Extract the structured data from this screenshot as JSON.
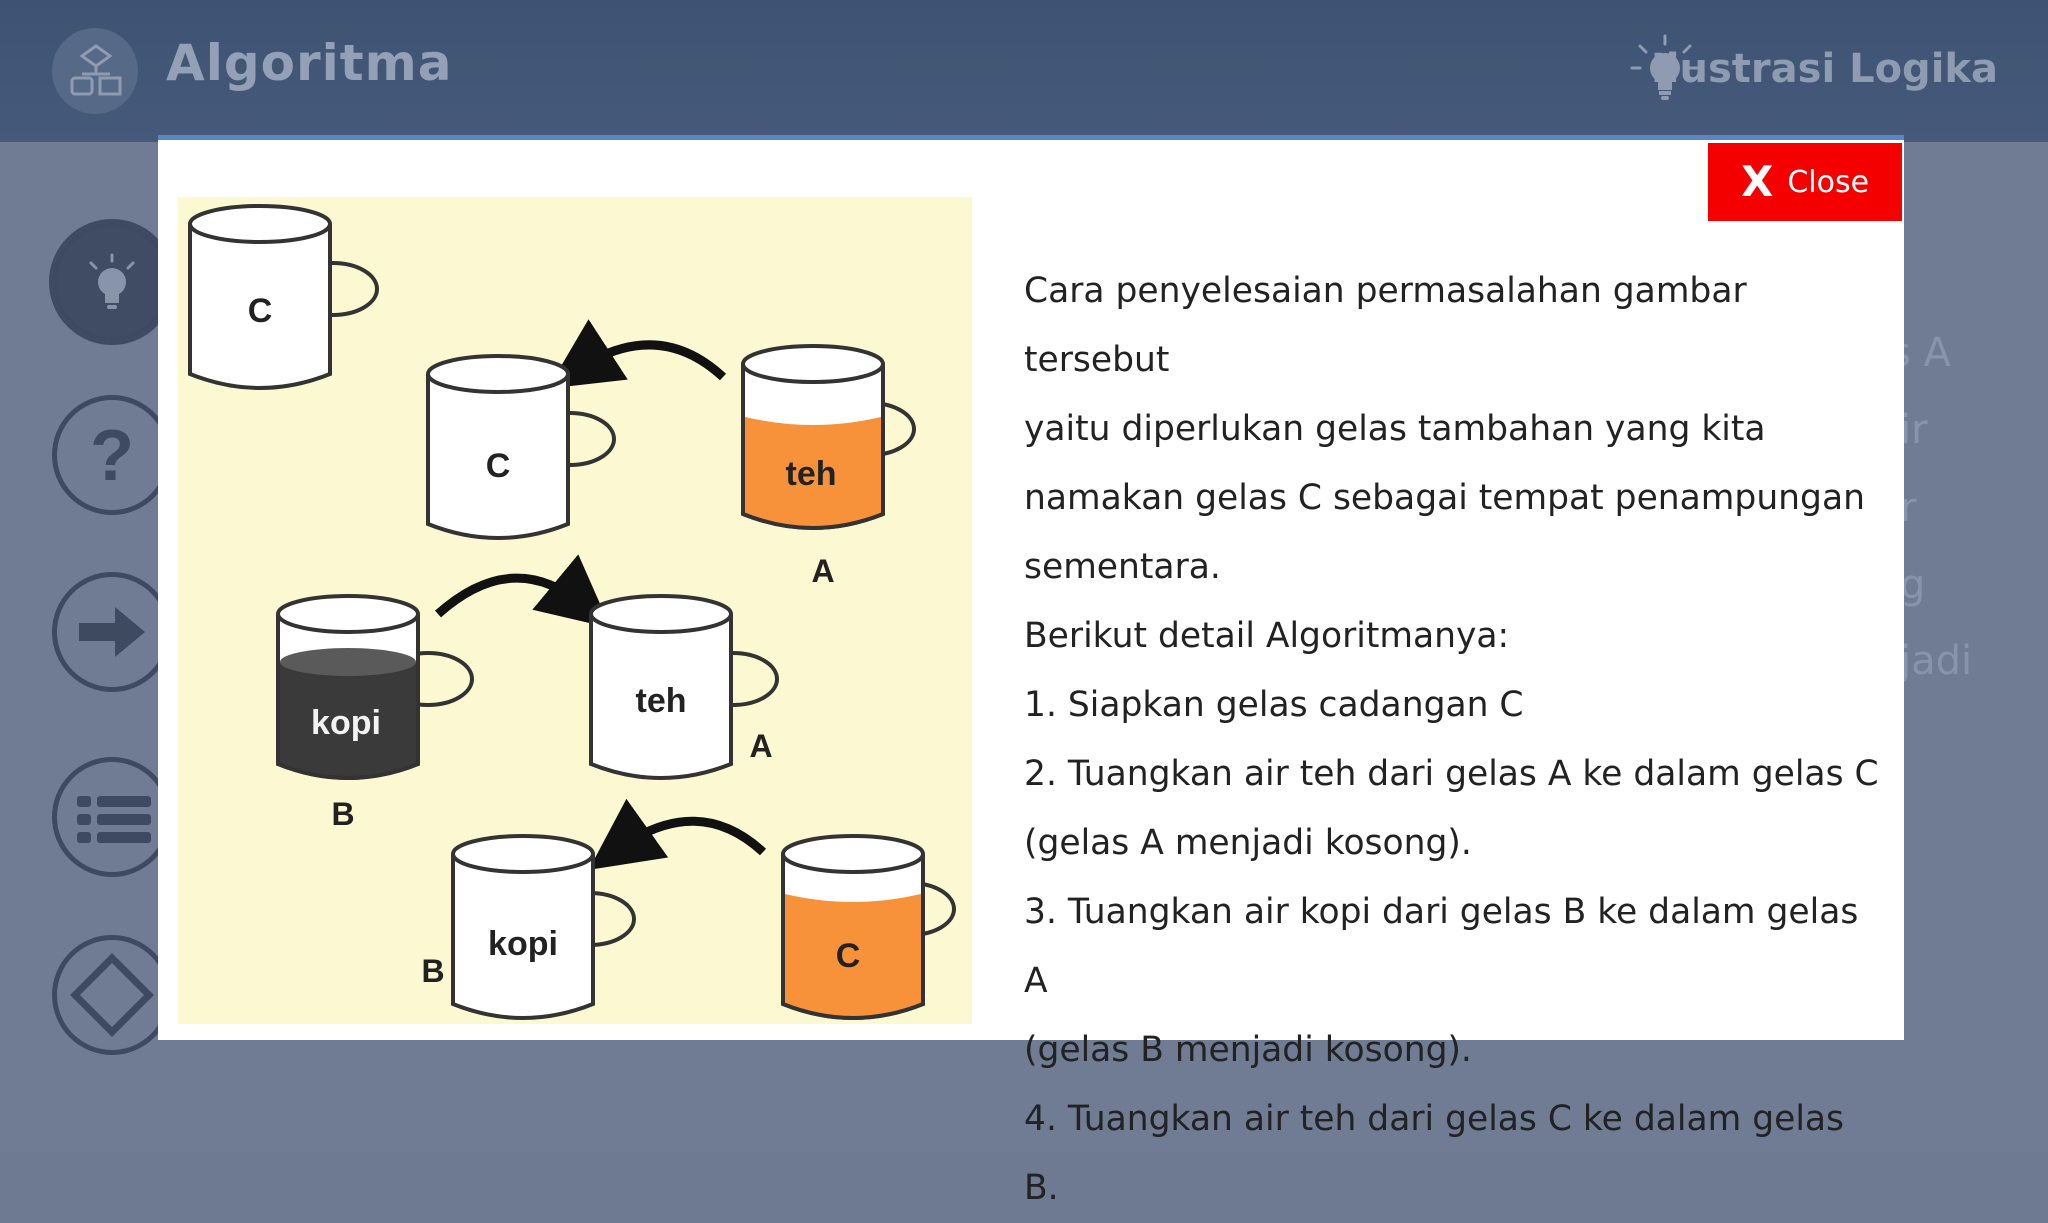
{
  "app": {
    "title": "Algoritma",
    "section_title": "Ilustrasi Logika",
    "logo_icon": "flowchart-icon",
    "section_icon": "lightbulb-icon"
  },
  "nav": [
    {
      "icon": "lightbulb-icon",
      "active": true
    },
    {
      "icon": "question-icon",
      "active": false
    },
    {
      "icon": "arrow-right-icon",
      "active": false
    },
    {
      "icon": "list-icon",
      "active": false
    },
    {
      "icon": "diamond-icon",
      "active": false
    }
  ],
  "background_text": [
    "s A",
    "ir",
    "r",
    "g",
    "jadi"
  ],
  "modal": {
    "close_label": "Close",
    "close_x": "X",
    "lines": [
      "Cara penyelesaian permasalahan gambar tersebut",
      "yaitu diperlukan gelas tambahan yang kita",
      "namakan gelas C sebagai tempat penampungan",
      "sementara.",
      "Berikut detail Algoritmanya:",
      "1. Siapkan gelas cadangan C",
      "2. Tuangkan air teh dari gelas A ke dalam gelas C",
      "(gelas A menjadi kosong).",
      "3. Tuangkan air kopi dari gelas B ke dalam gelas A",
      "(gelas B menjadi kosong).",
      "4. Tuangkan air teh dari gelas C ke dalam gelas B."
    ],
    "illustration": {
      "cup_c1": "C",
      "cup_c2": "C",
      "cup_teh1": "teh",
      "tag_a1": "A",
      "cup_kopi1": "kopi",
      "tag_b1": "B",
      "cup_teh2": "teh",
      "tag_a2": "A",
      "cup_kopi2": "kopi",
      "tag_b2": "B",
      "cup_c3": "C",
      "tea_color": "#f7923a",
      "coffee_color": "#3a3a3a"
    }
  }
}
